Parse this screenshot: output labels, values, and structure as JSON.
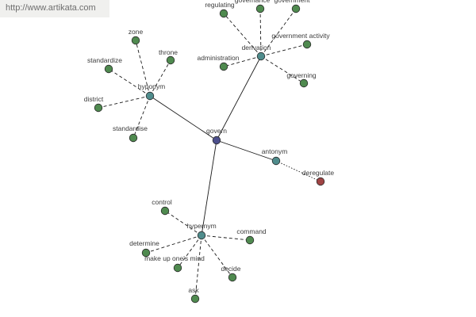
{
  "watermark": {
    "text": "http://www.artikata.com"
  },
  "colors": {
    "root": "#4c4f8c",
    "relation": "#4f8c8c",
    "word": "#4f8a4f",
    "antonym_word": "#a04444",
    "edge": "#1a1a1a"
  },
  "graph": {
    "root": "govern",
    "relations": [
      {
        "label": "hyponym",
        "words": [
          "zone",
          "throne",
          "standardize",
          "district",
          "standardise"
        ]
      },
      {
        "label": "derivation",
        "words": [
          "regulating",
          "governance",
          "government",
          "government activity",
          "administration",
          "governing"
        ]
      },
      {
        "label": "antonym",
        "words": [
          "deregulate"
        ]
      },
      {
        "label": "hypernym",
        "words": [
          "control",
          "command",
          "determine",
          "make up one's mind",
          "decide",
          "ask"
        ]
      }
    ]
  }
}
